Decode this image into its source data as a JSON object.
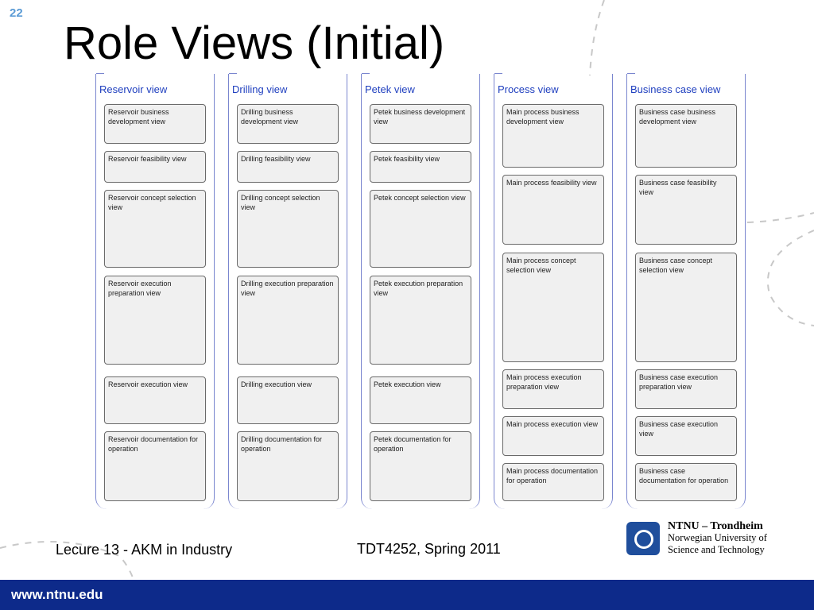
{
  "slide_number": "22",
  "title": "Role Views (Initial)",
  "columns": [
    {
      "title": "Reservoir view",
      "boxes": [
        "Reservoir business development view",
        "Reservoir feasibility view",
        "Reservoir concept selection view",
        "Reservoir execution preparation view",
        "Reservoir execution view",
        "Reservoir documentation for operation"
      ]
    },
    {
      "title": "Drilling view",
      "boxes": [
        "Drilling business development view",
        "Drilling feasibility view",
        "Drilling concept selection view",
        "Drilling execution preparation view",
        "Drilling execution view",
        "Drilling documentation for operation"
      ]
    },
    {
      "title": "Petek view",
      "boxes": [
        "Petek business development view",
        "Petek feasibility view",
        "Petek concept selection view",
        "Petek execution preparation view",
        "Petek execution view",
        "Petek documentation for operation"
      ]
    },
    {
      "title": "Process view",
      "boxes": [
        "Main process business development view",
        "Main process feasibility view",
        "Main process concept selection view",
        "Main process execution preparation view",
        "Main process execution view",
        "Main process documentation for operation"
      ]
    },
    {
      "title": "Business case view",
      "boxes": [
        "Business case business development view",
        "Business case feasibility view",
        "Business case concept selection view",
        "Business case execution preparation view",
        "Business case execution view",
        "Business case documentation for operation"
      ]
    }
  ],
  "footer": {
    "left": "Lecure 13 - AKM in Industry",
    "middle": "TDT4252, Spring 2011"
  },
  "logo": {
    "line1": "NTNU – Trondheim",
    "line2": "Norwegian University of",
    "line3": "Science and Technology"
  },
  "url": "www.ntnu.edu",
  "colors": {
    "column_border": "#7a86cf",
    "column_title": "#1f3fbf",
    "box_fill": "#f0f0f0",
    "footer_bar": "#0d2a8a",
    "logo": "#1f4e9c"
  }
}
